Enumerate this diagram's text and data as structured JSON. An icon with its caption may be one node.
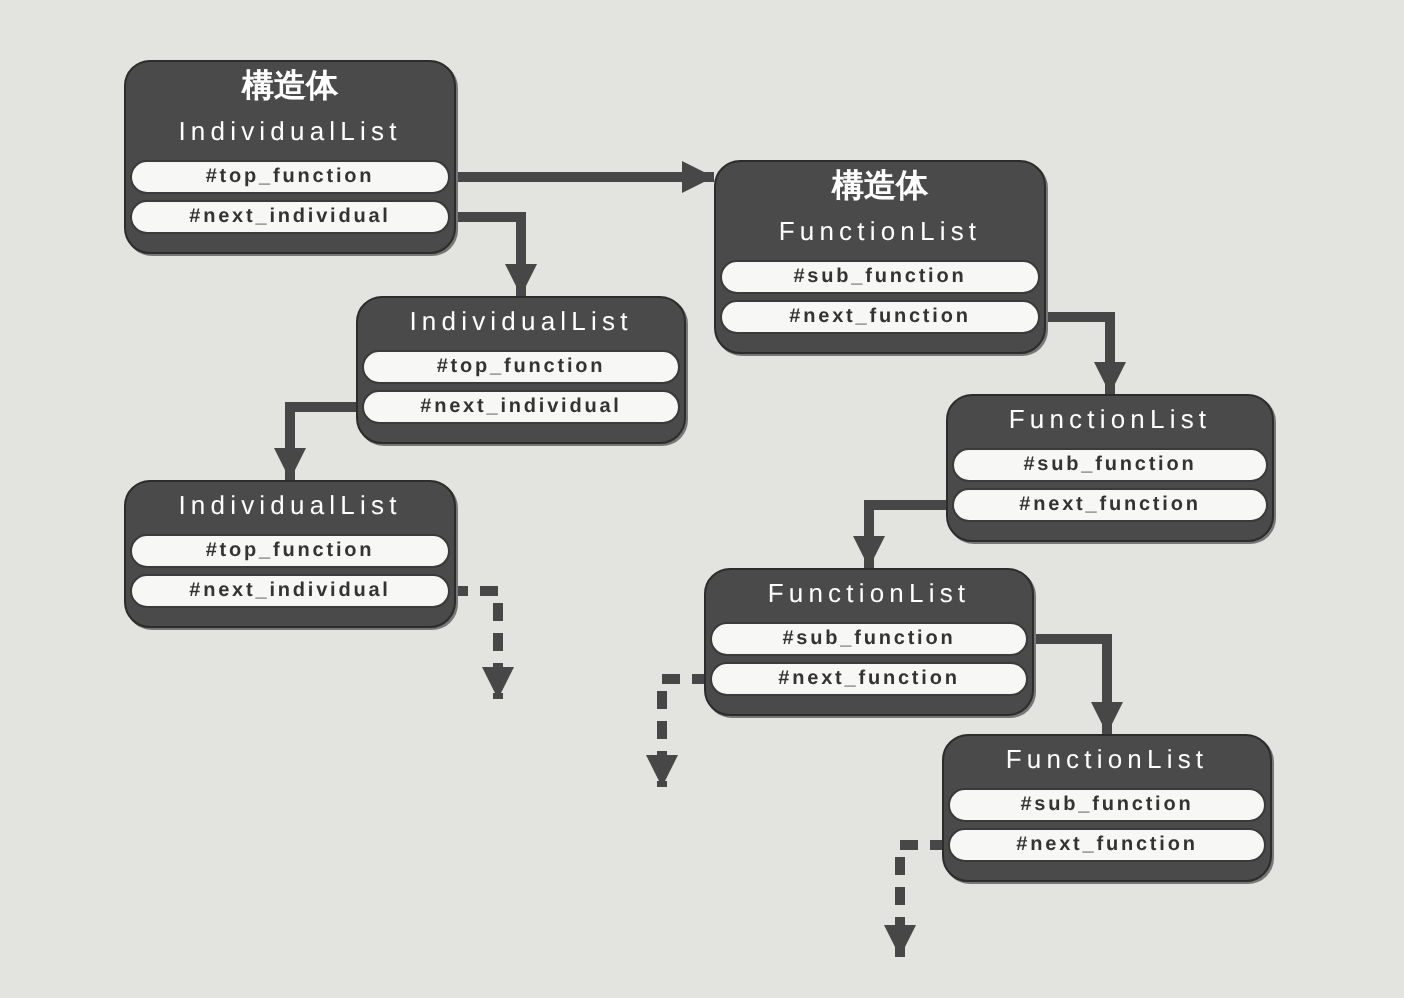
{
  "diagram": {
    "nodes": [
      {
        "text": [
          "構造体",
          "IndividualList"
        ]
      },
      {
        "text": [
          "#top_function"
        ],
        "in": 0
      },
      {
        "text": [
          "#next_individual"
        ],
        "in": 0
      },
      {
        "text": [
          "IndividualList"
        ]
      },
      {
        "text": [
          "#top_function"
        ],
        "in": 3
      },
      {
        "text": [
          "#next_individual"
        ],
        "in": 3
      },
      {
        "text": [
          "IndividualList"
        ]
      },
      {
        "text": [
          "#top_function"
        ],
        "in": 6
      },
      {
        "text": [
          "#next_individual"
        ],
        "in": 6
      },
      {
        "text": [
          "構造体",
          "FunctionList"
        ]
      },
      {
        "text": [
          "#sub_function"
        ],
        "in": 9
      },
      {
        "text": [
          "#next_function"
        ],
        "in": 9
      },
      {
        "text": [
          "FunctionList"
        ]
      },
      {
        "text": [
          "#sub_function"
        ],
        "in": 12
      },
      {
        "text": [
          "#next_function"
        ],
        "in": 12
      },
      {
        "text": [
          "FunctionList"
        ]
      },
      {
        "text": [
          "#sub_function"
        ],
        "in": 15
      },
      {
        "text": [
          "#next_function"
        ],
        "in": 15
      },
      {
        "text": [
          "FunctionList"
        ]
      },
      {
        "text": [
          "#sub_function"
        ],
        "in": 18
      },
      {
        "text": [
          "#next_function"
        ],
        "in": 18
      }
    ],
    "edges": [
      {
        "from": 1,
        "to": 9,
        "arrow": "to"
      },
      {
        "from": 2,
        "to": 3,
        "arrow": "to"
      },
      {
        "from": 5,
        "to": 6,
        "arrow": "to"
      },
      {
        "from": 8,
        "to": null,
        "arrow": "to",
        "style": "dashed"
      },
      {
        "from": 11,
        "to": 12,
        "arrow": "to"
      },
      {
        "from": 14,
        "to": 15,
        "arrow": "to"
      },
      {
        "from": 16,
        "to": 18,
        "arrow": "to"
      },
      {
        "from": 17,
        "to": null,
        "arrow": "to",
        "style": "dashed"
      },
      {
        "from": 20,
        "to": null,
        "arrow": "to",
        "style": "dashed"
      }
    ]
  }
}
